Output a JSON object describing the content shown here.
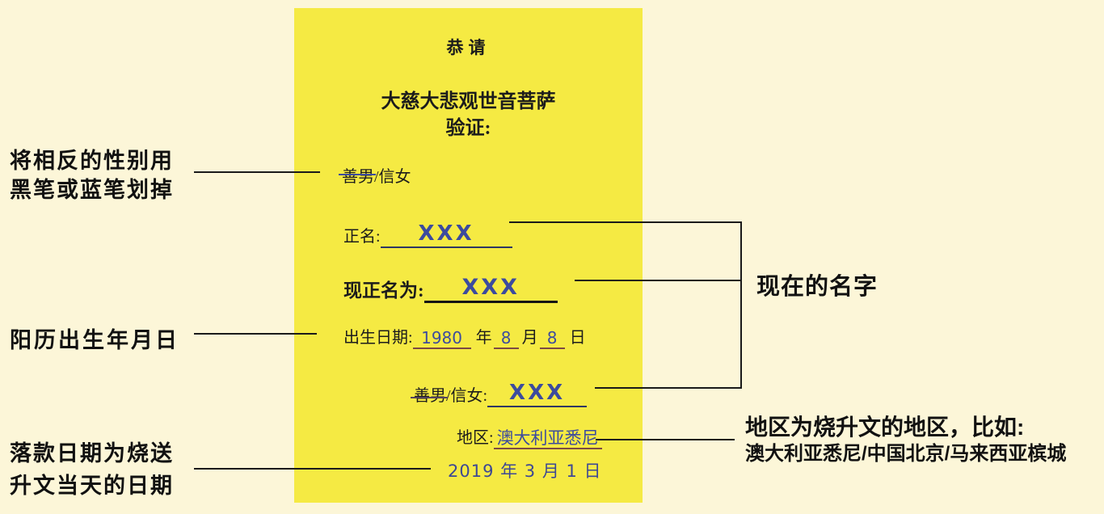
{
  "form": {
    "title": "恭请",
    "invocation": "大慈大悲观世音菩萨",
    "verify_label": "验证:",
    "gender_line1": {
      "struck": "善男",
      "rest": "/信女"
    },
    "name_row": {
      "label": "正名:",
      "value": "XXX"
    },
    "current_name_row": {
      "label": "现正名为:",
      "value": "XXX"
    },
    "birth_row": {
      "label": "出生日期:",
      "year_value": "1980",
      "year_unit": "年",
      "month_value": "8",
      "month_unit": "月",
      "day_value": "8",
      "day_unit": "日"
    },
    "gender_line2": {
      "struck": "善男",
      "rest": "/信女:",
      "value": "XXX"
    },
    "region_row": {
      "label": "地区:",
      "value": "澳大利亚悉尼"
    },
    "sign_date": "2019 年 3 月 1 日"
  },
  "annotations": {
    "gender_note": {
      "line1": "将相反的性别用",
      "line2": "黑笔或蓝笔划掉"
    },
    "birth_note": "阳历出生年月日",
    "date_note": {
      "line1": "落款日期为烧送",
      "line2": "升文当天的日期"
    },
    "current_name_note": "现在的名字",
    "region_note": {
      "line1": "地区为烧升文的地区，比如:",
      "line2": "澳大利亚悉尼/中国北京/马来西亚槟城"
    }
  },
  "colors": {
    "page_background": "#FCF6D8",
    "form_background": "#F5EA43",
    "handwriting_blue": "#3C4B9E",
    "underline_navy": "#2F3763",
    "underline_red": "#7C4A43",
    "ink_black": "#1C1C1C"
  }
}
